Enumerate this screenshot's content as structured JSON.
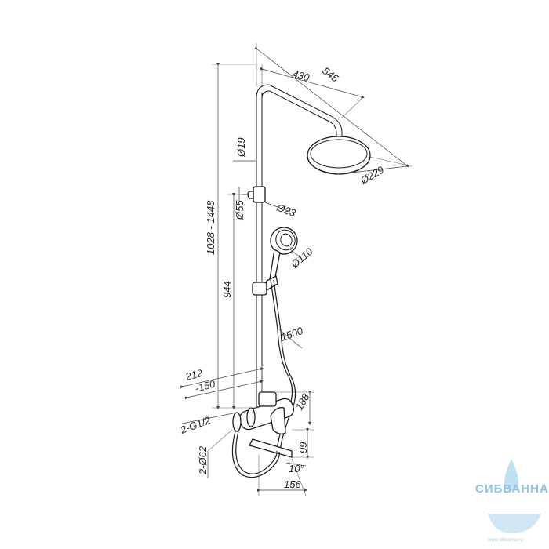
{
  "dimensions": {
    "total_reach": "545",
    "arm_reach": "430",
    "head_diameter": "Ø229",
    "pipe_diameter": "Ø19",
    "holder_diameter": "Ø55",
    "bar_diameter": "Ø23",
    "hand_shower_diameter": "Ø110",
    "height_range": "1028 - 1448",
    "slide_height": "944",
    "hose_length": "1500",
    "depth_212": "212",
    "centers": "150",
    "connection_thread": "2-G1/2",
    "height_188": "188",
    "height_99": "99",
    "flange_diameter": "2-Ø62",
    "spout_angle": "10°",
    "spout_length": "156"
  },
  "watermark": {
    "brand": "СИБВАННА",
    "url": "www.sibvanna.ru",
    "color": "#8fc4e4"
  }
}
